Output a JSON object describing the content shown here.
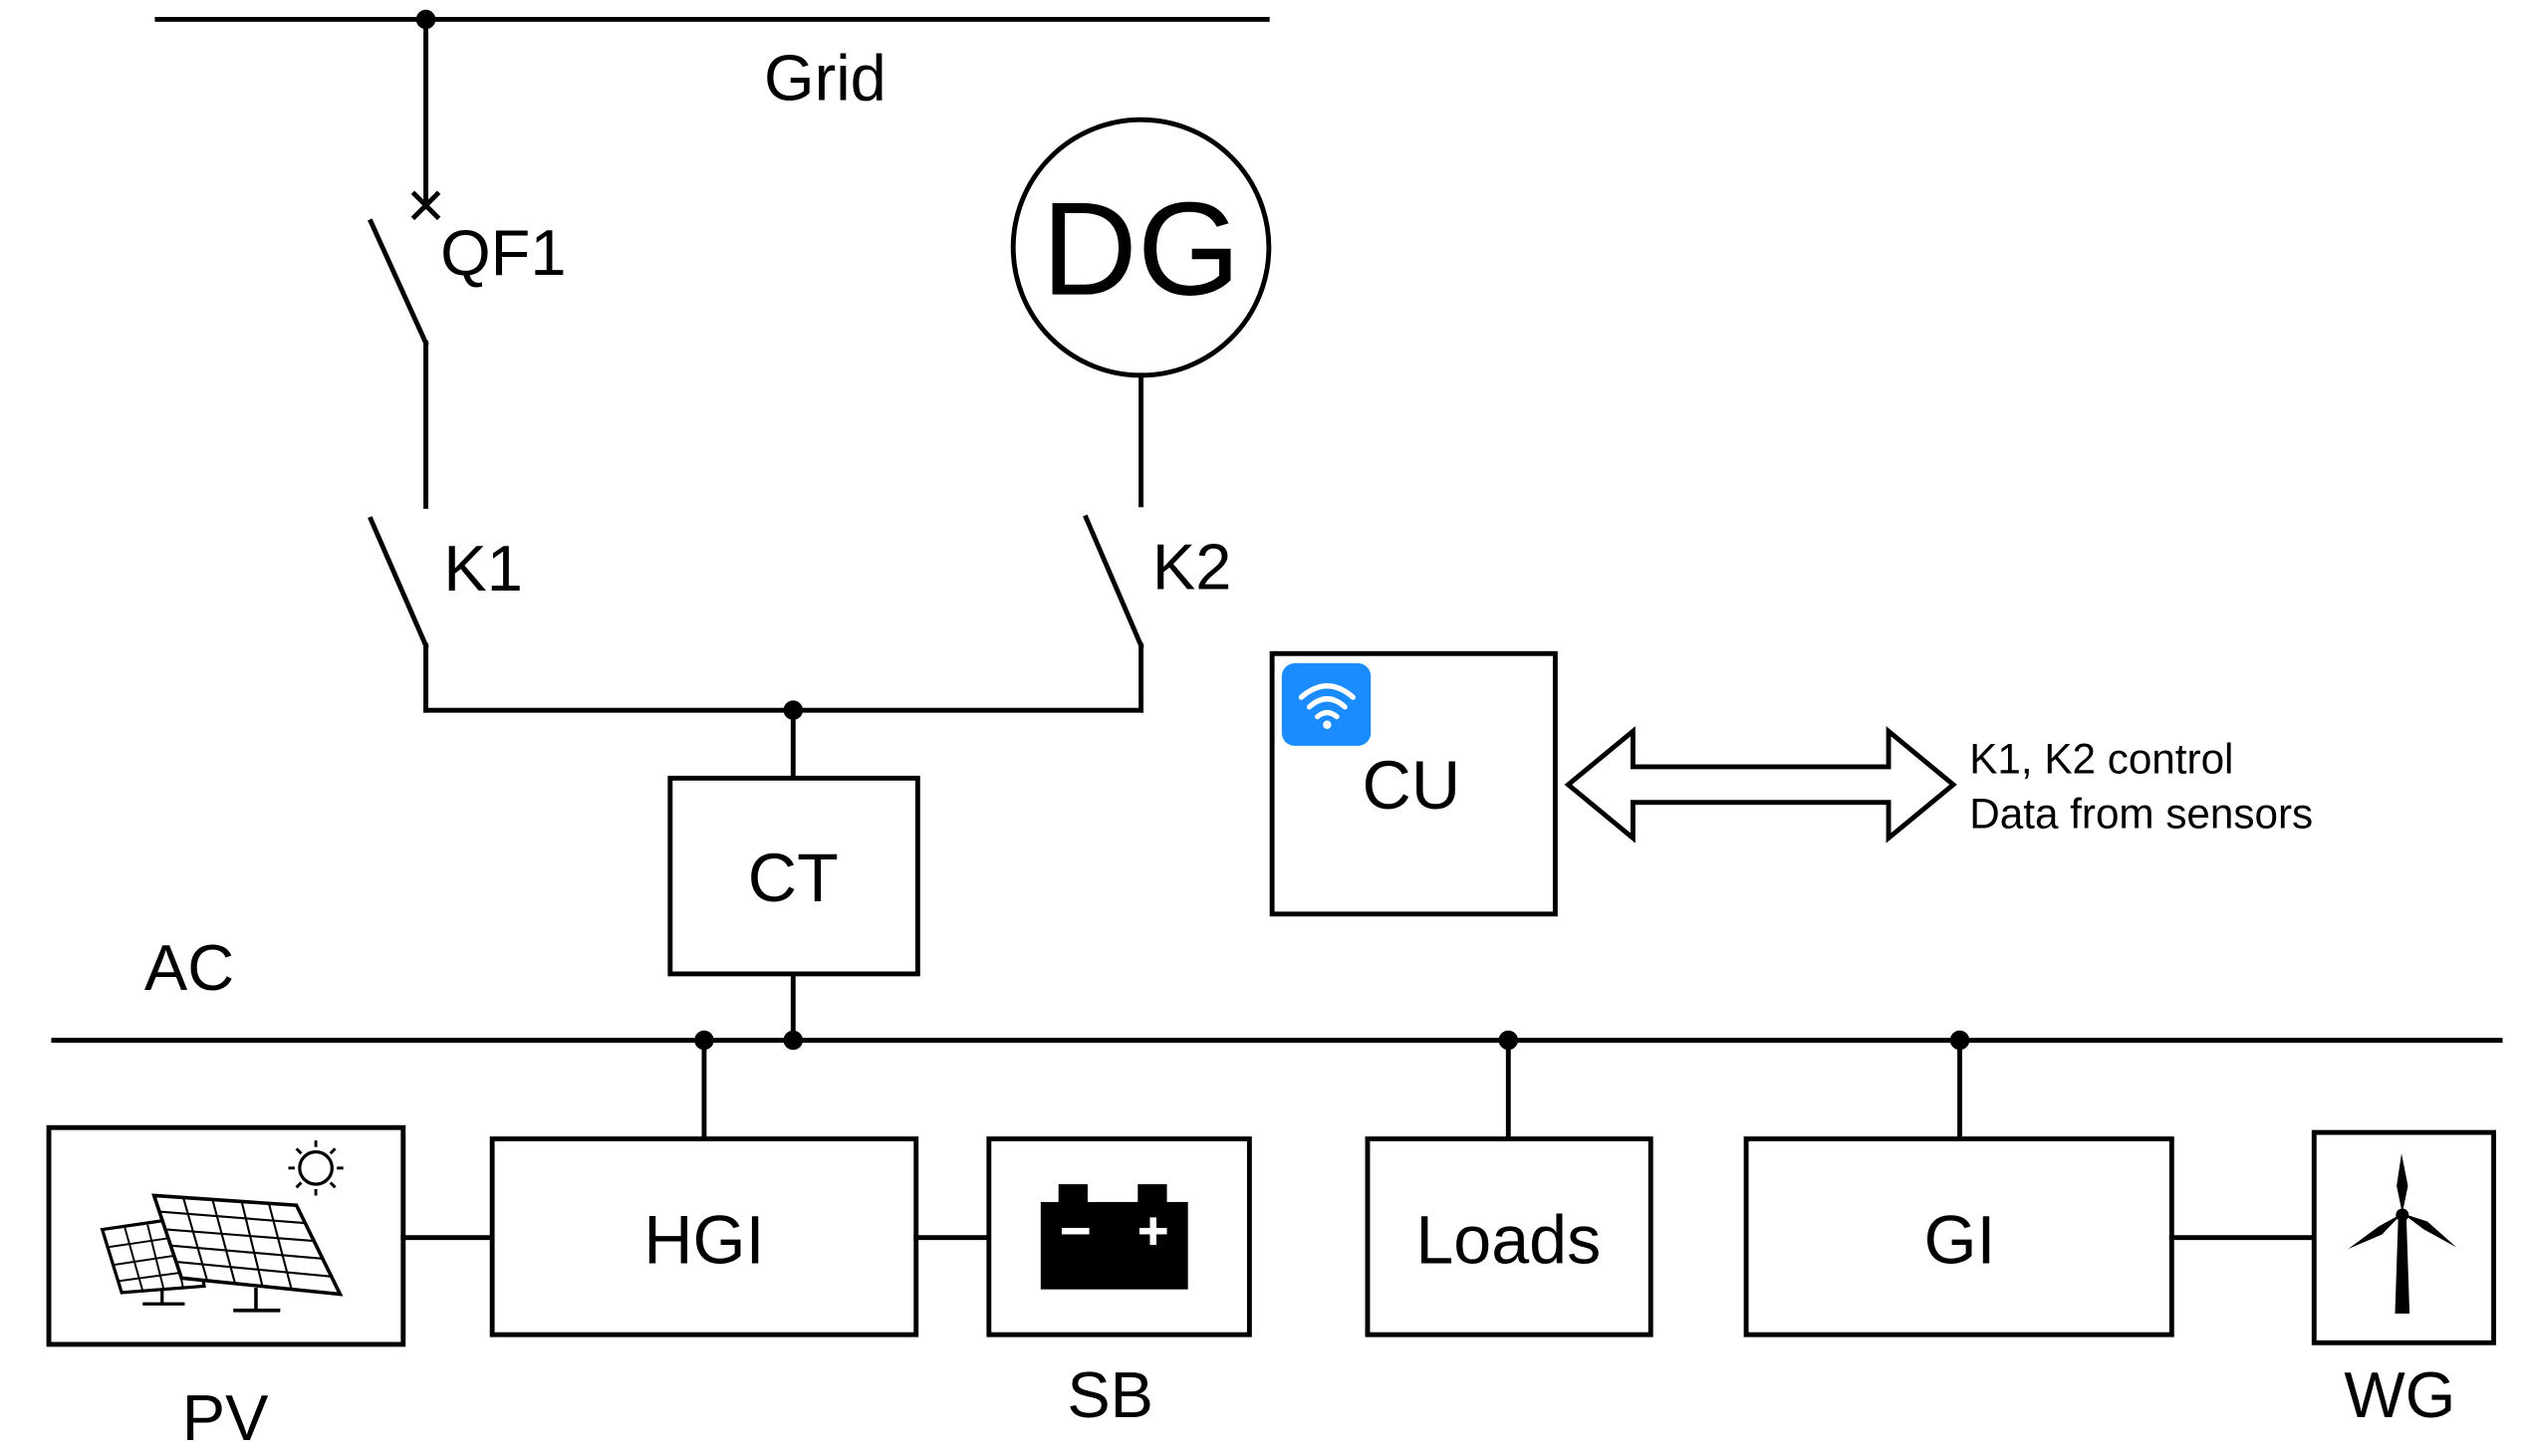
{
  "diagram": {
    "labels": {
      "grid": "Grid",
      "qf1": "QF1",
      "dg": "DG",
      "k1": "K1",
      "k2": "K2",
      "cu": "CU",
      "ct": "CT",
      "ac": "AC",
      "hgi": "HGI",
      "loads": "Loads",
      "gi": "GI",
      "pv": "PV",
      "sb": "SB",
      "wg": "WG"
    },
    "control_note": {
      "line1": "K1, K2 control",
      "line2": "Data from sensors"
    },
    "icons": {
      "cu_badge": "wifi-icon",
      "pv": "solar-panel-icon",
      "sb": "battery-icon",
      "wg": "wind-turbine-icon"
    },
    "colors": {
      "line": "#000000",
      "background": "#ffffff",
      "wifi_badge": "#1a8cff"
    }
  }
}
